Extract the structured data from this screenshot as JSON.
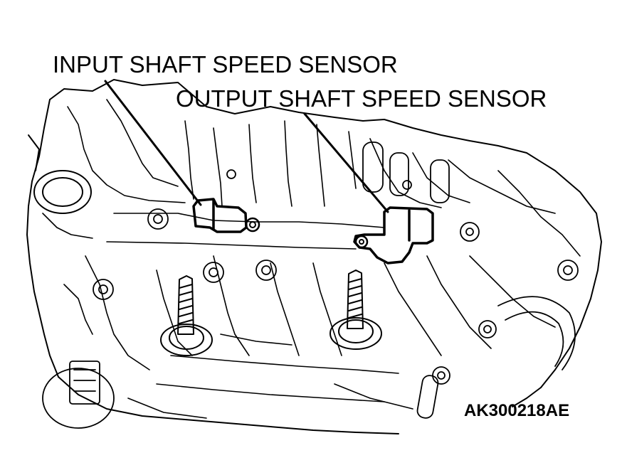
{
  "callouts": {
    "input_shaft_speed_sensor": "INPUT SHAFT SPEED SENSOR",
    "output_shaft_speed_sensor": "OUTPUT SHAFT SPEED SENSOR"
  },
  "figure_code": "AK300218AE",
  "colors": {
    "line": "#000000",
    "background": "#ffffff"
  }
}
